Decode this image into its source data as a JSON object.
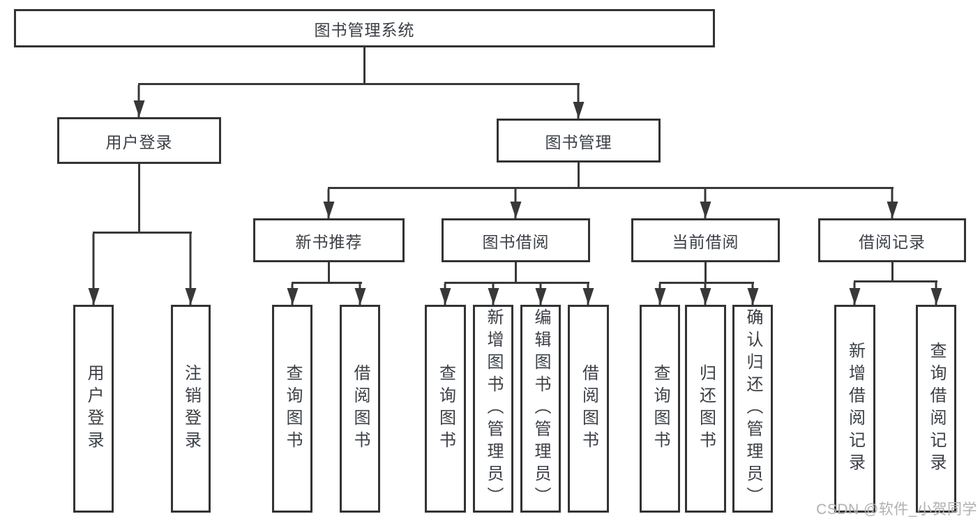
{
  "title": "图书管理系统",
  "tree": {
    "label": "图书管理系统",
    "children": [
      {
        "label": "用户登录",
        "children": [
          {
            "label": "用户登录"
          },
          {
            "label": "注销登录"
          }
        ]
      },
      {
        "label": "图书管理",
        "children": [
          {
            "label": "新书推荐",
            "children": [
              {
                "label": "查询图书"
              },
              {
                "label": "借阅图书"
              }
            ]
          },
          {
            "label": "图书借阅",
            "children": [
              {
                "label": "查询图书"
              },
              {
                "label": "新增图书（管理员）"
              },
              {
                "label": "编辑图书（管理员）"
              },
              {
                "label": "借阅图书"
              }
            ]
          },
          {
            "label": "当前借阅",
            "children": [
              {
                "label": "查询图书"
              },
              {
                "label": "归还图书"
              },
              {
                "label": "确认归还（管理员）"
              }
            ]
          },
          {
            "label": "借阅记录",
            "children": [
              {
                "label": "新增借阅记录"
              },
              {
                "label": "查询借阅记录"
              }
            ]
          }
        ]
      }
    ]
  },
  "watermark": "CSDN @软件_小贺同学",
  "colors": {
    "line": "#383838",
    "border": "#333333",
    "text": "#3b4046",
    "watermark": "#b0b0b0",
    "background": "#ffffff"
  }
}
